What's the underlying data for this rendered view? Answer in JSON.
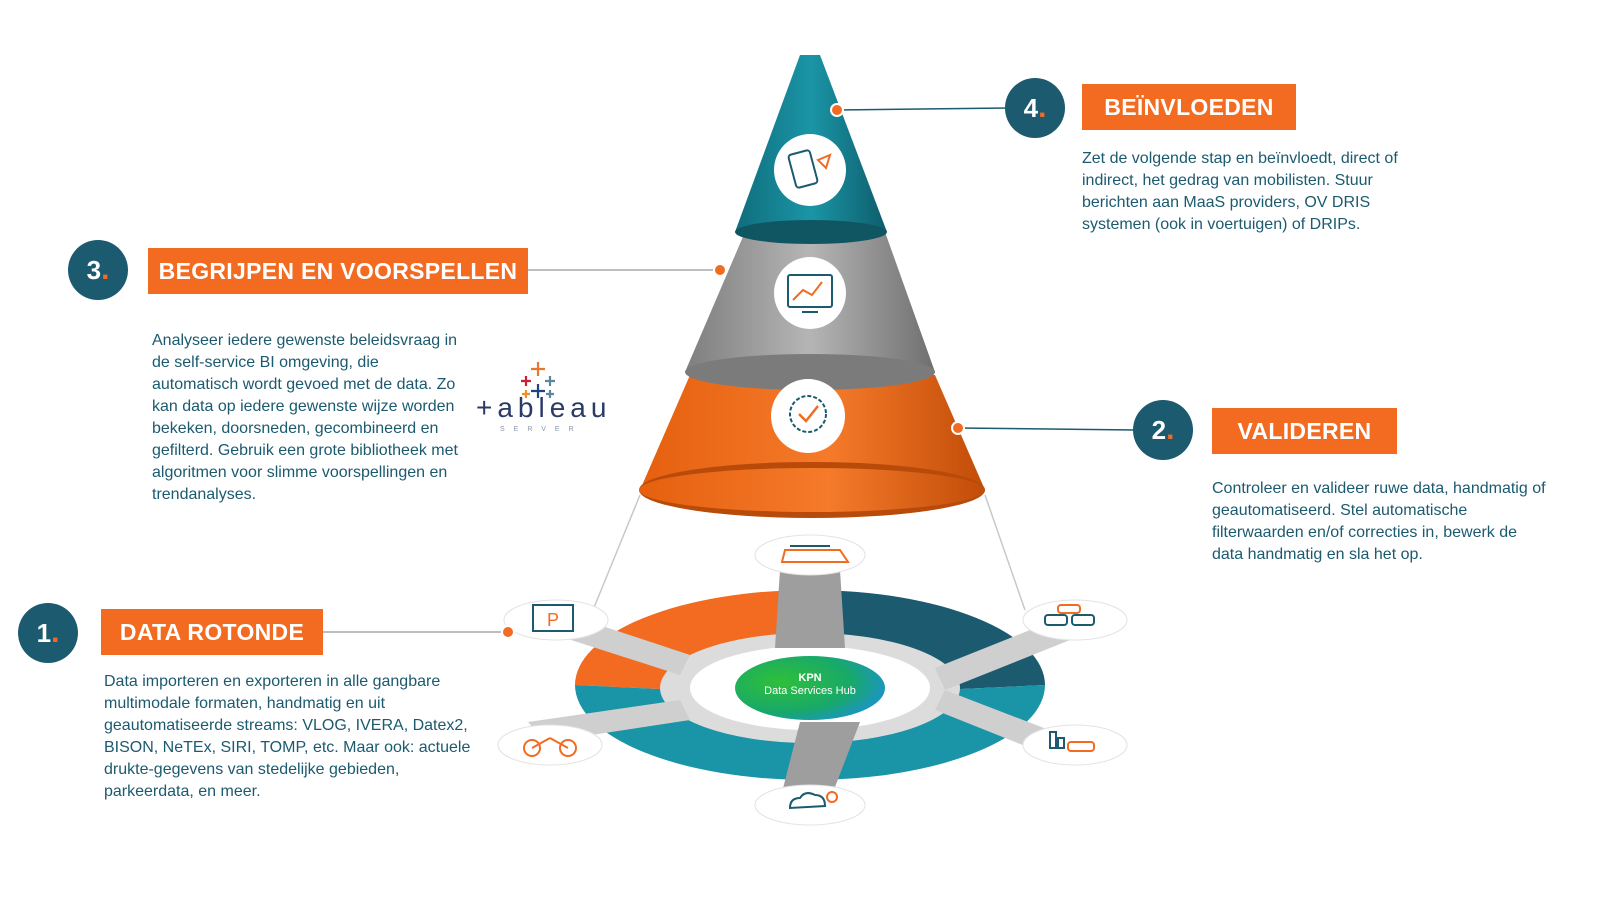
{
  "steps": {
    "step1": {
      "number": "1",
      "title": "DATA ROTONDE",
      "text": "Data importeren en exporteren in alle gangbare multimodale formaten, handmatig en uit geautomatiseerde streams:  VLOG, IVERA, Datex2, BISON, NeTEx, SIRI, TOMP, etc. Maar ook: actuele drukte-gegevens van stedelijke gebieden, parkeerdata, en meer."
    },
    "step2": {
      "number": "2",
      "title": "VALIDEREN",
      "text": "Controleer en valideer ruwe data, handmatig of geautomatiseerd. Stel automatische filterwaarden en/of correcties in, bewerk de data handmatig en sla het op."
    },
    "step3": {
      "number": "3",
      "title": "BEGRIJPEN EN VOORSPELLEN",
      "text": "Analyseer iedere gewenste beleidsvraag in de self-service BI omgeving, die automatisch wordt gevoed met de data. Zo kan data op iedere gewenste wijze worden bekeken, doorsneden, gecombineerd en gefilterd. Gebruik een grote bibliotheek met algoritmen voor slimme voorspellingen en trendanalyses."
    },
    "step4": {
      "number": "4",
      "title": "BEÏNVLOEDEN",
      "text": "Zet de volgende stap en beïnvloedt, direct of indirect, het gedrag van mobilisten. Stuur berichten aan MaaS providers, OV DRIS systemen (ook in voertuigen) of DRIPs."
    }
  },
  "hub": {
    "line1": "KPN",
    "line2": "Data Services Hub"
  },
  "tableau": {
    "word": "+ableau",
    "sub": "SERVER"
  },
  "icons": {
    "cone_top": "phone-directions-icon",
    "cone_middle": "analytics-monitor-icon",
    "cone_bottom": "validation-badge-icon",
    "roundabout": [
      "train-icon",
      "parking-icon",
      "traffic-cars-icon",
      "bicycle-icon",
      "city-car-icon",
      "weather-icon"
    ]
  },
  "colors": {
    "teal": "#1b5a6f",
    "orange": "#f26b21",
    "grey": "#9a9a9a",
    "cone_teal": "#17879a"
  }
}
